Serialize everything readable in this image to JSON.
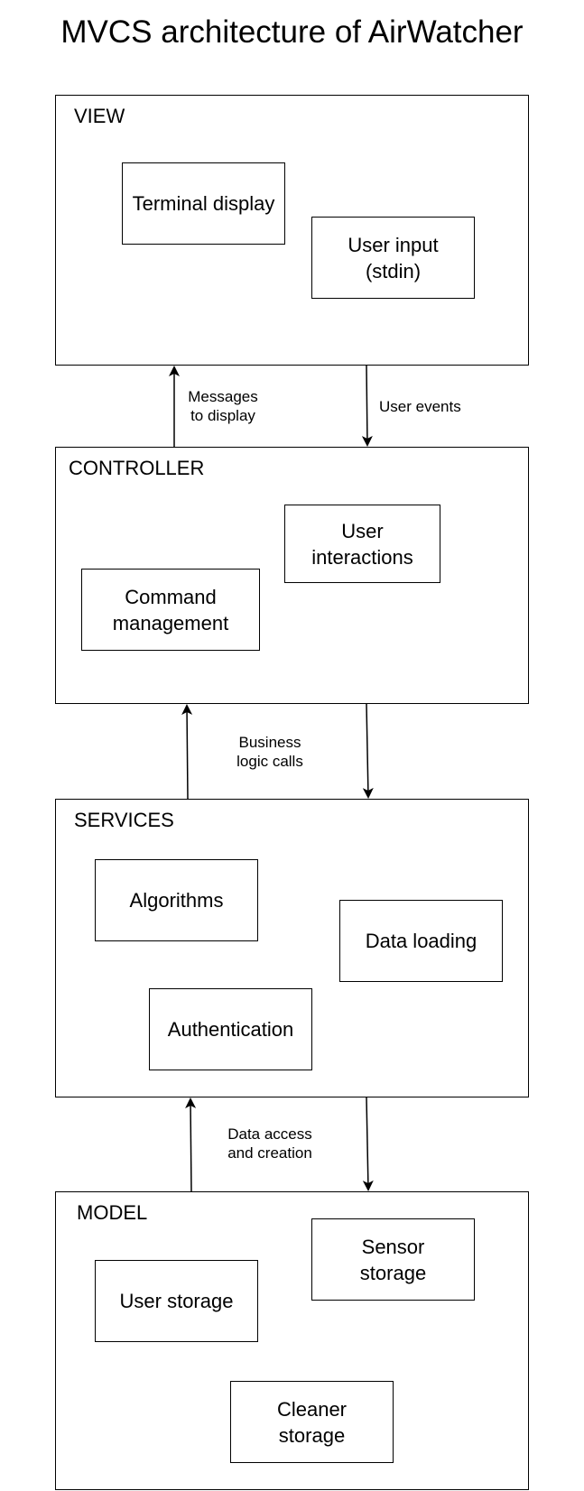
{
  "title": "MVCS architecture of AirWatcher",
  "layers": {
    "view": {
      "label": "VIEW",
      "components": {
        "terminal_display": "Terminal display",
        "user_input": "User input (stdin)"
      }
    },
    "controller": {
      "label": "CONTROLLER",
      "components": {
        "user_interactions": "User interactions",
        "command_management": "Command management"
      }
    },
    "services": {
      "label": "SERVICES",
      "components": {
        "algorithms": "Algorithms",
        "data_loading": "Data loading",
        "authentication": "Authentication"
      }
    },
    "model": {
      "label": "MODEL",
      "components": {
        "sensor_storage": "Sensor storage",
        "user_storage": "User storage",
        "cleaner_storage": "Cleaner storage"
      }
    }
  },
  "connections": {
    "messages_to_display": {
      "line1": "Messages",
      "line2": "to display"
    },
    "user_events": {
      "line1": "User events"
    },
    "business_logic_calls": {
      "line1": "Business",
      "line2": "logic calls"
    },
    "data_access_and_creation": {
      "line1": "Data access",
      "line2": "and creation"
    }
  },
  "colors": {
    "stroke": "#000000",
    "background": "#ffffff"
  }
}
